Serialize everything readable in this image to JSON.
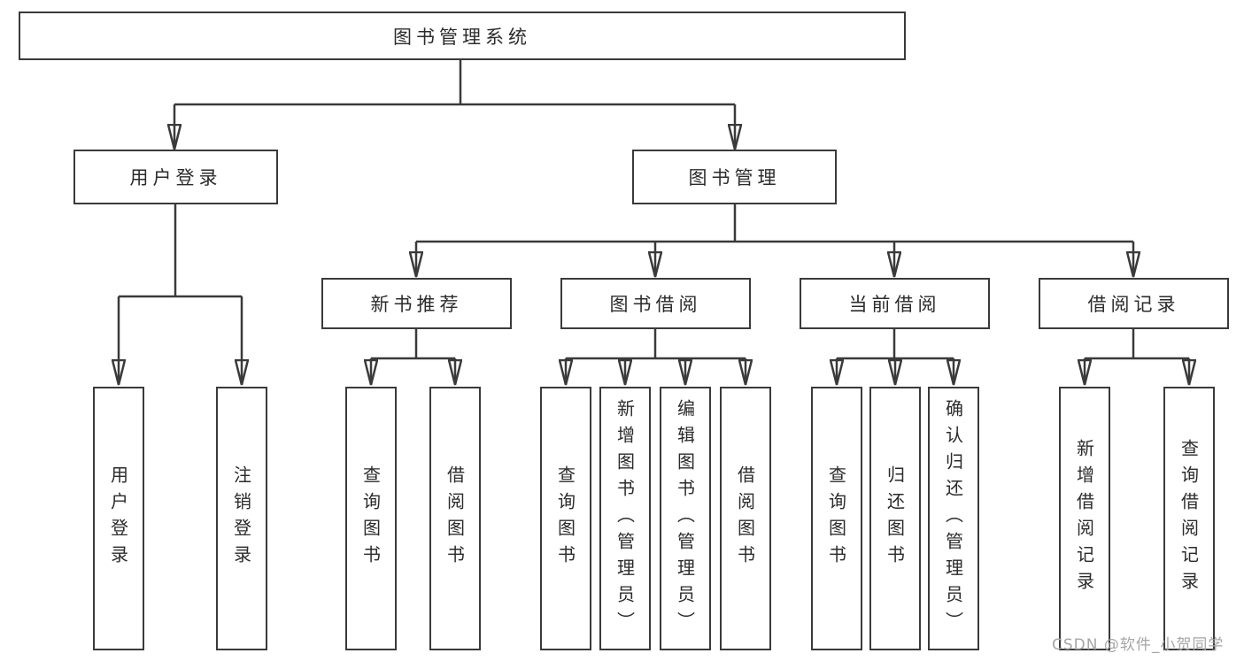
{
  "diagram": {
    "root": {
      "label": "图书管理系统"
    },
    "branches": [
      {
        "label": "用户登录",
        "children": [
          {
            "label": "用户登录"
          },
          {
            "label": "注销登录"
          }
        ]
      },
      {
        "label": "图书管理",
        "children": [
          {
            "label": "新书推荐",
            "children": [
              {
                "label": "查询图书"
              },
              {
                "label": "借阅图书"
              }
            ]
          },
          {
            "label": "图书借阅",
            "children": [
              {
                "label": "查询图书"
              },
              {
                "label": "新增图书（管理员）"
              },
              {
                "label": "编辑图书（管理员）"
              },
              {
                "label": "借阅图书"
              }
            ]
          },
          {
            "label": "当前借阅",
            "children": [
              {
                "label": "查询图书"
              },
              {
                "label": "归还图书"
              },
              {
                "label": "确认归还（管理员）"
              }
            ]
          },
          {
            "label": "借阅记录",
            "children": [
              {
                "label": "新增借阅记录"
              },
              {
                "label": "查询借阅记录"
              }
            ]
          }
        ]
      }
    ]
  },
  "watermark": {
    "text": "CSDN @软件_小贺同学"
  },
  "colors": {
    "line": "#3a3a3a",
    "box_border": "#3a3a3a",
    "text": "#2b2b2b",
    "watermark": "#a6a6a6",
    "background": "#ffffff"
  }
}
